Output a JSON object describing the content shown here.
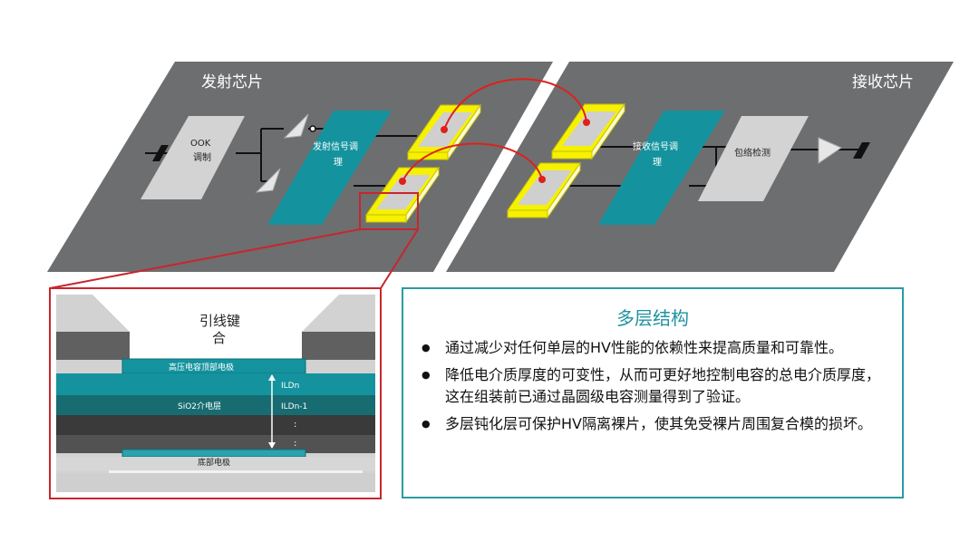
{
  "diagram": {
    "tx_chip_label": "发射芯片",
    "rx_chip_label": "接收芯片",
    "ook_label_line1": "OOK",
    "ook_label_line2": "调制",
    "tx_cond_line1": "发射信号调",
    "tx_cond_line2": "理",
    "rx_cond_line1": "接收信号调",
    "rx_cond_line2": "理",
    "envelope_label": "包络检测"
  },
  "cross_section": {
    "wire_bond_line1": "引线键",
    "wire_bond_line2": "合",
    "top_plate_label": "高压电容顶部电极",
    "dielectric_label": "SiO2介电层",
    "bottom_plate_label": "底部电极",
    "ild_n": "ILDn",
    "ild_n1": "ILDn-1",
    "dots_1": ":",
    "dots_2": ":"
  },
  "info": {
    "title": "多层结构",
    "bullets": [
      "通过减少对任何单层的HV性能的依赖性来提高质量和可靠性。",
      "降低电介质厚度的可变性，从而可更好地控制电容的总电介质厚度，这在组装前已通过晶圆级电容测量得到了验证。",
      "多层钝化层可保护HV隔离裸片，使其免受裸片周围复合模的损坏。"
    ]
  },
  "colors": {
    "chip_gray": "#6d6e70",
    "teal": "#14939e",
    "block_gray": "#d3d3d3",
    "pad_yellow": "#f6f100",
    "wire_red": "#e0201b",
    "frame_red": "#c8262d",
    "info_border": "#2a9ba3"
  }
}
